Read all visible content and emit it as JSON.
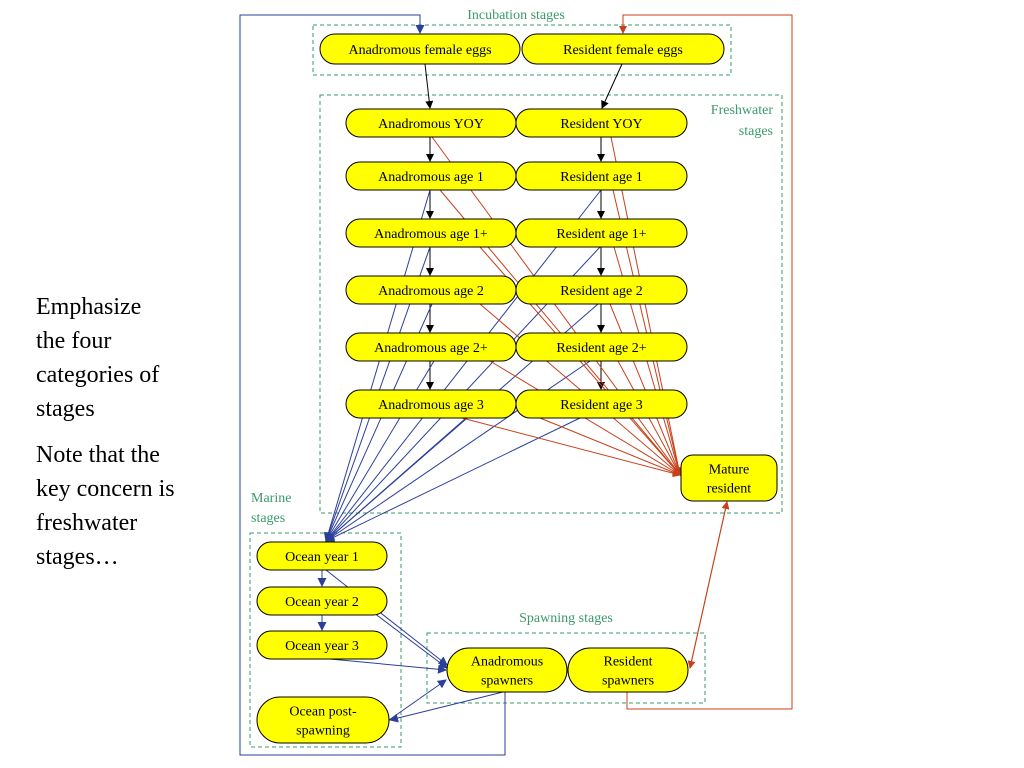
{
  "notes": {
    "line1": "Emphasize the four categories of stages",
    "line2": "Note that the key concern is freshwater stages…"
  },
  "groups": {
    "incubation": "Incubation stages",
    "freshwater": [
      "Freshwater",
      "stages"
    ],
    "marine": [
      "Marine",
      "stages"
    ],
    "spawning": "Spawning stages"
  },
  "nodes": {
    "anad_eggs": [
      "Anadromous female eggs"
    ],
    "res_eggs": [
      "Resident female eggs"
    ],
    "anad_yoy": [
      "Anadromous YOY"
    ],
    "res_yoy": [
      "Resident YOY"
    ],
    "anad_age1": [
      "Anadromous age 1"
    ],
    "res_age1": [
      "Resident age 1"
    ],
    "anad_age1p": [
      "Anadromous age 1+"
    ],
    "res_age1p": [
      "Resident age 1+"
    ],
    "anad_age2": [
      "Anadromous age 2"
    ],
    "res_age2": [
      "Resident age 2"
    ],
    "anad_age2p": [
      "Anadromous age 2+"
    ],
    "res_age2p": [
      "Resident age 2+"
    ],
    "anad_age3": [
      "Anadromous age 3"
    ],
    "res_age3": [
      "Resident age 3"
    ],
    "mature_res": [
      "Mature",
      "resident"
    ],
    "ocean1": [
      "Ocean year 1"
    ],
    "ocean2": [
      "Ocean year 2"
    ],
    "ocean3": [
      "Ocean year 3"
    ],
    "ocean_post": [
      "Ocean post-",
      "spawning"
    ],
    "anad_spawn": [
      "Anadromous",
      "spawners"
    ],
    "res_spawn": [
      "Resident",
      "spawners"
    ]
  },
  "colors": {
    "node_fill": "#ffff00",
    "group_border": "#3a9a6a",
    "arrow_black": "#000000",
    "arrow_blue": "#2b3f9a",
    "arrow_red": "#c8401a"
  }
}
